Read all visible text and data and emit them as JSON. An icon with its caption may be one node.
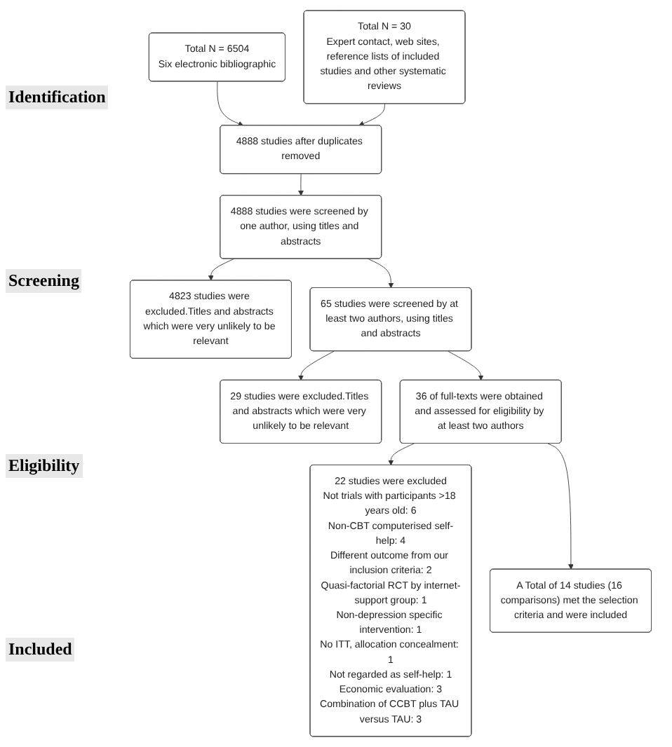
{
  "diagram": {
    "nodes": [
      {
        "text": [
          "Total N = 6504",
          "Six electronic bibliographic"
        ]
      },
      {
        "text": [
          "Total N = 30",
          "Expert contact, web sites, reference lists of included studies and other systematic reviews"
        ]
      },
      {
        "text": [
          "4888 studies after duplicates removed"
        ]
      },
      {
        "text": [
          "4888 studies were screened by one author, using titles and abstracts"
        ]
      },
      {
        "text": [
          "4823 studies were excluded.Titles and abstracts which were very unlikely to be relevant"
        ]
      },
      {
        "text": [
          "65 studies were screened by at least two authors, using titles and abstracts"
        ]
      },
      {
        "text": [
          "29 studies were excluded.Titles and abstracts which were very unlikely to be relevant"
        ]
      },
      {
        "text": [
          "22 studies were excluded",
          "Not trials with participants >18 years old: 6",
          "Non-CBT computerised self-help: 4",
          "Different outcome from our inclusion criteria: 2",
          "Quasi-factorial RCT by internet-support group: 1",
          "Non-depression specific intervention: 1",
          "No ITT, allocation concealment: 1",
          "Not regarded as self-help: 1",
          "Economic evaluation: 3",
          "Combination of CCBT plus TAU versus TAU: 3"
        ]
      },
      {
        "text": [
          "36 of full-texts were obtained and assessed for eligibility by at least two authors"
        ]
      },
      {
        "text": [
          "A Total of 14 studies (16 comparisons) met the selection criteria and were included"
        ]
      }
    ],
    "edges": [
      {
        "from": 0,
        "to": 2,
        "arrow": "to"
      },
      {
        "from": 1,
        "to": 2,
        "arrow": "to"
      },
      {
        "from": 2,
        "to": 3,
        "arrow": "to"
      },
      {
        "from": 3,
        "to": 4,
        "arrow": "to"
      },
      {
        "from": 3,
        "to": 5,
        "arrow": "to"
      },
      {
        "from": 5,
        "to": 6,
        "arrow": "to"
      },
      {
        "from": 5,
        "to": 8,
        "arrow": "to"
      },
      {
        "from": 8,
        "to": 7,
        "arrow": "to"
      },
      {
        "from": 8,
        "to": 9,
        "arrow": "to"
      }
    ],
    "labels": [
      "Identification",
      "Screening",
      "Eligibility",
      "Included"
    ]
  }
}
